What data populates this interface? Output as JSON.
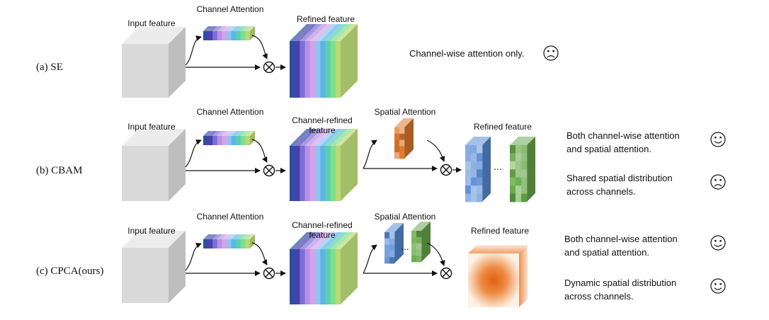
{
  "rows": [
    {
      "label": "(a) SE",
      "input_label": "Input feature",
      "channel_attention_label": "Channel Attention",
      "refined_label": "Refined feature",
      "notes": [
        {
          "text": "Channel-wise attention only.",
          "face": "sad-face-icon"
        }
      ]
    },
    {
      "label": "(b) CBAM",
      "input_label": "Input feature",
      "channel_attention_label": "Channel Attention",
      "channel_refined_label": "Channel-refined\nfeature",
      "spatial_attention_label": "Spatial Attention",
      "refined_label": "Refined feature",
      "ellipsis": "...",
      "notes": [
        {
          "text": "Both channel-wise attention\nand spatial attention.",
          "face": "smiley-face-icon"
        },
        {
          "text": "Shared spatial distribution\nacross channels.",
          "face": "sad-face-icon"
        }
      ]
    },
    {
      "label": "(c) CPCA(ours)",
      "input_label": "Input feature",
      "channel_attention_label": "Channel Attention",
      "channel_refined_label": "Channel-refined\nfeature",
      "spatial_attention_label": "Spatial Attention",
      "refined_label": "Refined feature",
      "ellipsis": "...",
      "notes": [
        {
          "text": "Both channel-wise attention\nand spatial attention.",
          "face": "smiley-face-icon"
        },
        {
          "text": "Dynamic spatial distribution\nacross channels.",
          "face": "smiley-face-icon"
        }
      ]
    }
  ],
  "colors": {
    "cube_front": "#d9d9d9",
    "cube_top": "#ececec",
    "cube_side": "#bdbdbd",
    "channel_bands": [
      "#2e4fa0",
      "#4a3fae",
      "#7b6ed6",
      "#b88fe6",
      "#d7a1ea",
      "#8fc4ee",
      "#5db4e8",
      "#58d0ae",
      "#7fde8a",
      "#b9d876"
    ],
    "cbam_spatial": "#e07a30",
    "blue_map": "#5b8fd6",
    "green_map": "#6aab4e",
    "glow_center": "#e3661a"
  }
}
